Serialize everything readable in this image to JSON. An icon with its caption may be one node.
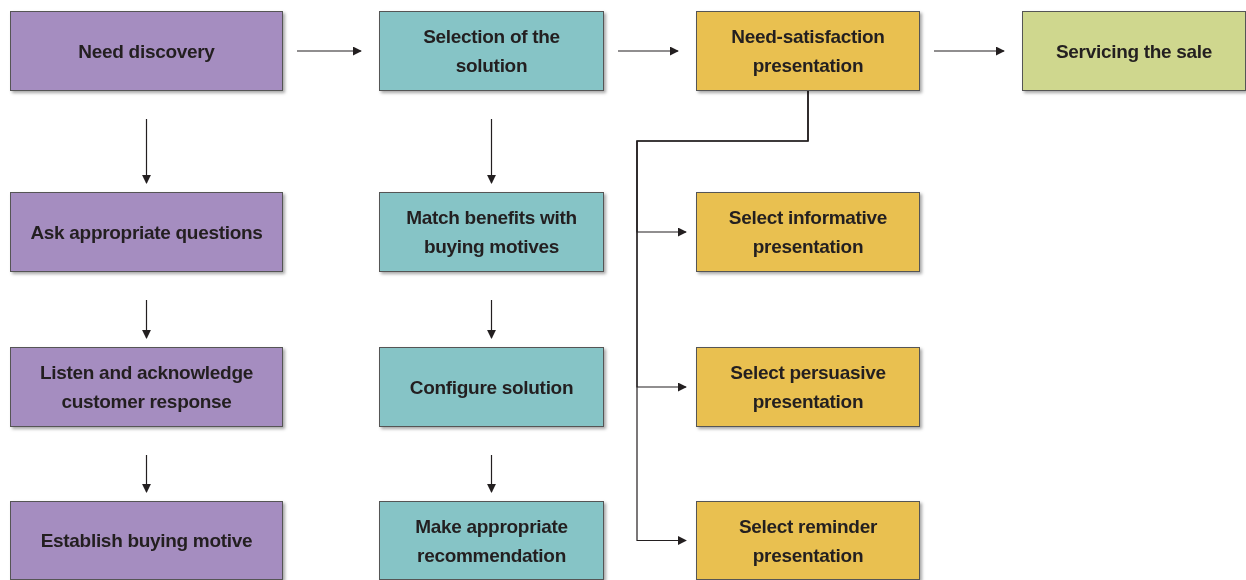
{
  "diagram": {
    "nodes": [
      {
        "text": [
          "Need discovery"
        ]
      },
      {
        "text": [
          "Selection of the solution"
        ]
      },
      {
        "text": [
          "Need-satisfaction presentation"
        ]
      },
      {
        "text": [
          "Servicing the sale"
        ]
      },
      {
        "text": [
          "Ask appropriate questions"
        ]
      },
      {
        "text": [
          "Match benefits with buying motives"
        ]
      },
      {
        "text": [
          "Select informative presentation"
        ]
      },
      {
        "text": [
          "Listen and acknowledge customer response"
        ]
      },
      {
        "text": [
          "Configure solution"
        ]
      },
      {
        "text": [
          "Select persuasive presentation"
        ]
      },
      {
        "text": [
          "Establish buying motive"
        ]
      },
      {
        "text": [
          "Make appropriate recommendation"
        ]
      },
      {
        "text": [
          "Select reminder presentation"
        ]
      }
    ],
    "edges": [
      {
        "from": 0,
        "to": 1,
        "arrow": "to"
      },
      {
        "from": 1,
        "to": 2,
        "arrow": "to"
      },
      {
        "from": 2,
        "to": 3,
        "arrow": "to"
      },
      {
        "from": 0,
        "to": 4,
        "arrow": "to"
      },
      {
        "from": 4,
        "to": 7,
        "arrow": "to"
      },
      {
        "from": 7,
        "to": 10,
        "arrow": "to"
      },
      {
        "from": 1,
        "to": 5,
        "arrow": "to"
      },
      {
        "from": 5,
        "to": 8,
        "arrow": "to"
      },
      {
        "from": 8,
        "to": 11,
        "arrow": "to"
      },
      {
        "from": 2,
        "to": 6,
        "arrow": "to"
      },
      {
        "from": 2,
        "to": 9,
        "arrow": "to"
      },
      {
        "from": 2,
        "to": 12,
        "arrow": "to"
      }
    ]
  }
}
